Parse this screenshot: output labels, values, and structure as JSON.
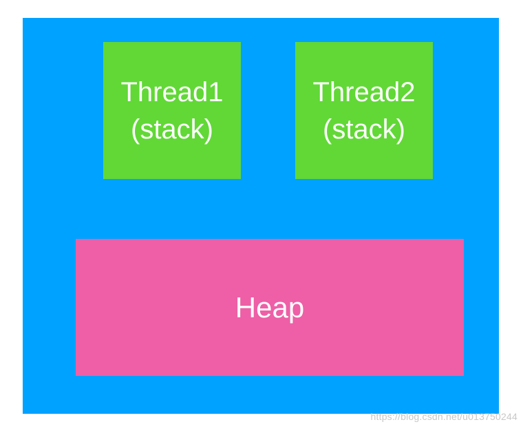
{
  "diagram": {
    "thread1": {
      "name": "Thread1",
      "kind": "(stack)"
    },
    "thread2": {
      "name": "Thread2",
      "kind": "(stack)"
    },
    "heap": {
      "label": "Heap"
    }
  },
  "colors": {
    "process_background": "#00a2ff",
    "thread_fill": "#61d836",
    "heap_fill": "#ee5fa7",
    "text": "#ffffff"
  },
  "watermark": "https://blog.csdn.net/u013750244"
}
